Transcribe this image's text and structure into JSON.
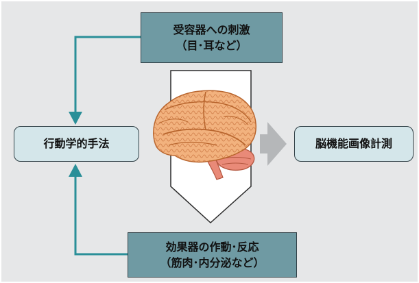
{
  "colors": {
    "panel_background": "#e6e7e8",
    "stimulus_box_fill": "#6f9aa3",
    "method_box_fill": "#d4e6ea",
    "connector_arrow": "#2a8f98",
    "gray_arrow": "#b5b7b9",
    "brain_cortex": "#f2b27e",
    "brain_cerebellum": "#e98a78"
  },
  "icons": {
    "brain": "brain-icon",
    "right_arrow": "gray-right-arrow"
  },
  "boxes": {
    "stimulus": {
      "line1": "受容器への刺激",
      "line2": "（目･耳など）"
    },
    "behavior": {
      "label": "行動学的手法"
    },
    "imaging": {
      "label": "脳機能画像計測"
    },
    "effector": {
      "line1": "効果器の作動･反応",
      "line2": "（筋肉･内分泌など）"
    }
  }
}
